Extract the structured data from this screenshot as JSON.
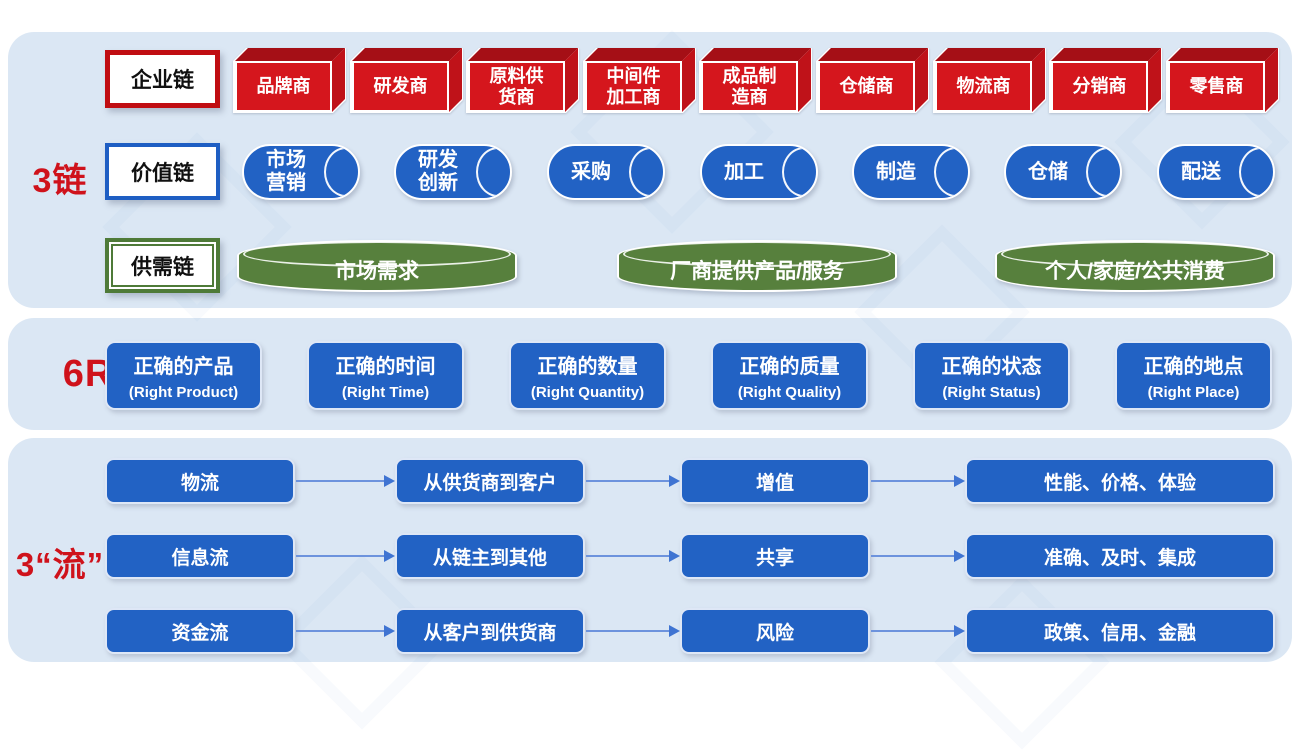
{
  "colors": {
    "red_front": "#d5161d",
    "red_top": "#a50f16",
    "red_side": "#bf1219",
    "blue": "#2262c4",
    "green": "#57803d",
    "panel_bg": "#dbe7f4",
    "section_label_red": "#cf121b",
    "arrow_blue": "#3f74d2"
  },
  "sections": {
    "chains": {
      "label": "3链",
      "enterprise": {
        "tag": "企业链",
        "items": [
          "品牌商",
          "研发商",
          "原料供\n货商",
          "中间件\n加工商",
          "成品制\n造商",
          "仓储商",
          "物流商",
          "分销商",
          "零售商"
        ]
      },
      "value": {
        "tag": "价值链",
        "items": [
          "市场\n营销",
          "研发\n创新",
          "采购",
          "加工",
          "制造",
          "仓储",
          "配送"
        ]
      },
      "supply_demand": {
        "tag": "供需链",
        "items": [
          "市场需求",
          "厂商提供产品/服务",
          "个人/家庭/公共消费"
        ]
      }
    },
    "six_r": {
      "label": "6R",
      "items": [
        {
          "zh": "正确的产品",
          "en": "(Right Product)"
        },
        {
          "zh": "正确的时间",
          "en": "(Right Time)"
        },
        {
          "zh": "正确的数量",
          "en": "(Right Quantity)"
        },
        {
          "zh": "正确的质量",
          "en": "(Right Quality)"
        },
        {
          "zh": "正确的状态",
          "en": "(Right Status)"
        },
        {
          "zh": "正确的地点",
          "en": "(Right Place)"
        }
      ]
    },
    "flows": {
      "label": "3“流”",
      "rows": [
        {
          "cells": [
            "物流",
            "从供货商到客户",
            "增值",
            "性能、价格、体验"
          ]
        },
        {
          "cells": [
            "信息流",
            "从链主到其他",
            "共享",
            "准确、及时、集成"
          ]
        },
        {
          "cells": [
            "资金流",
            "从客户到供货商",
            "风险",
            "政策、信用、金融"
          ]
        }
      ]
    }
  }
}
